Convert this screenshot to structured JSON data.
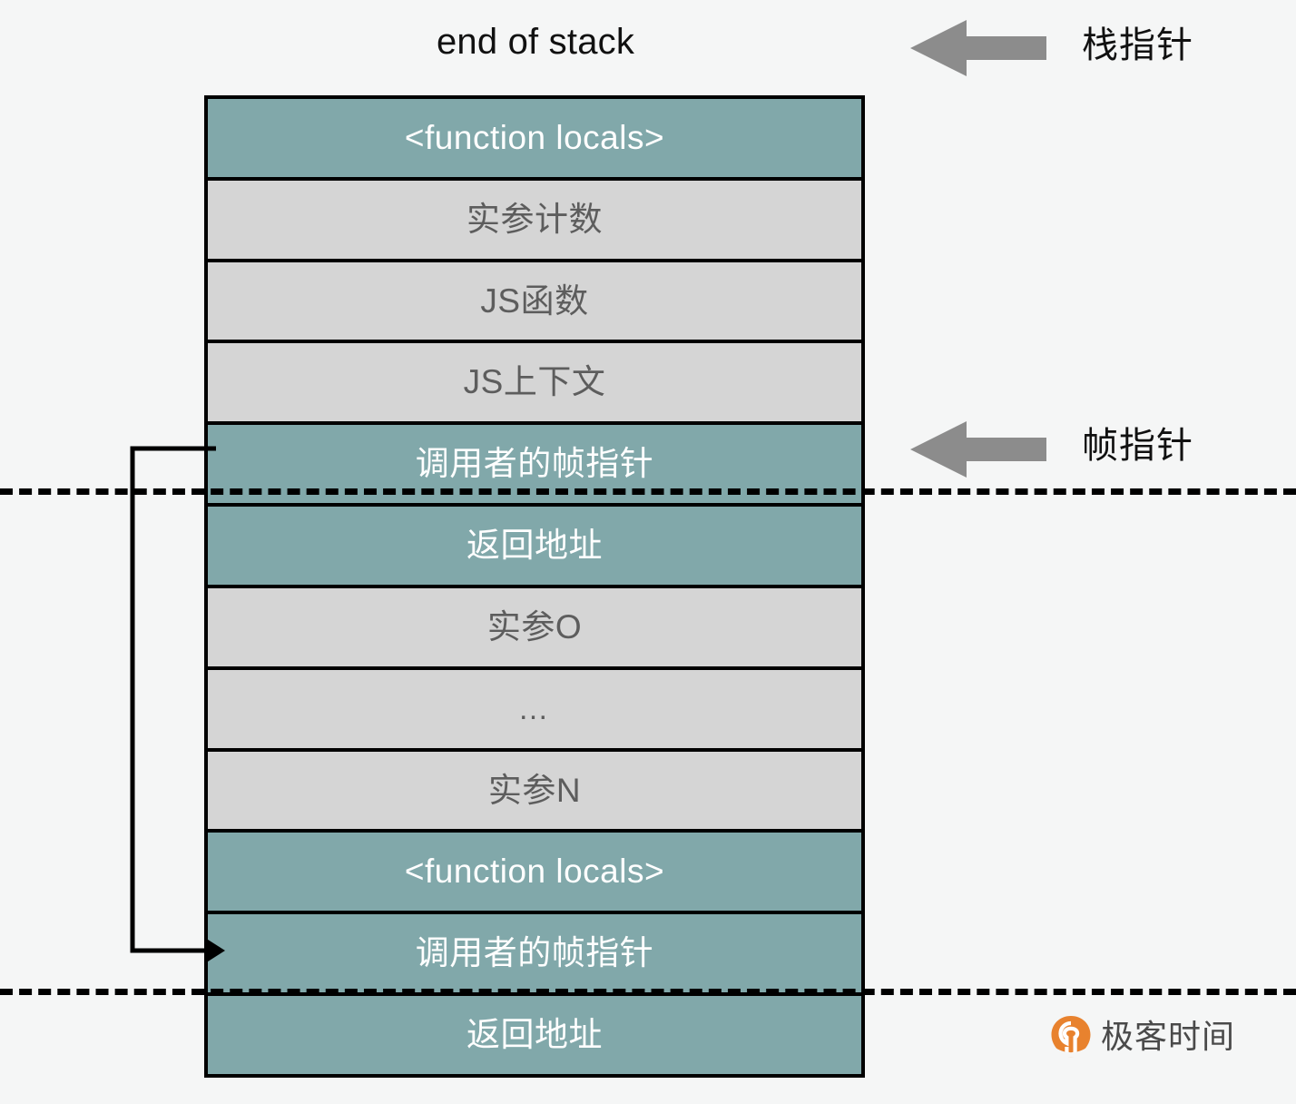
{
  "diagram": {
    "caption": "end of stack",
    "rows": [
      {
        "label": "<function locals>",
        "fill": "teal"
      },
      {
        "label": "实参计数",
        "fill": "gray"
      },
      {
        "label": "JS函数",
        "fill": "gray"
      },
      {
        "label": "JS上下文",
        "fill": "gray"
      },
      {
        "label": "调用者的帧指针",
        "fill": "teal"
      },
      {
        "label": "返回地址",
        "fill": "teal"
      },
      {
        "label": "实参O",
        "fill": "gray"
      },
      {
        "label": "…",
        "fill": "gray"
      },
      {
        "label": "实参N",
        "fill": "gray"
      },
      {
        "label": "<function locals>",
        "fill": "teal"
      },
      {
        "label": "调用者的帧指针",
        "fill": "teal"
      },
      {
        "label": "返回地址",
        "fill": "teal"
      }
    ],
    "annotations": [
      {
        "icon": "left-arrow-icon",
        "label": "栈指针"
      },
      {
        "icon": "left-arrow-icon",
        "label": "帧指针"
      }
    ],
    "colors": {
      "teal_fill": "#81a8aa",
      "gray_fill": "#d5d5d5",
      "border": "#000000",
      "arrow": "#8c8c8c",
      "teal_text": "#ffffff",
      "gray_text": "#5d5d5d",
      "background": "#f5f6f6"
    }
  },
  "brand": {
    "name": "极客时间",
    "mark_color": "#e8822e"
  }
}
